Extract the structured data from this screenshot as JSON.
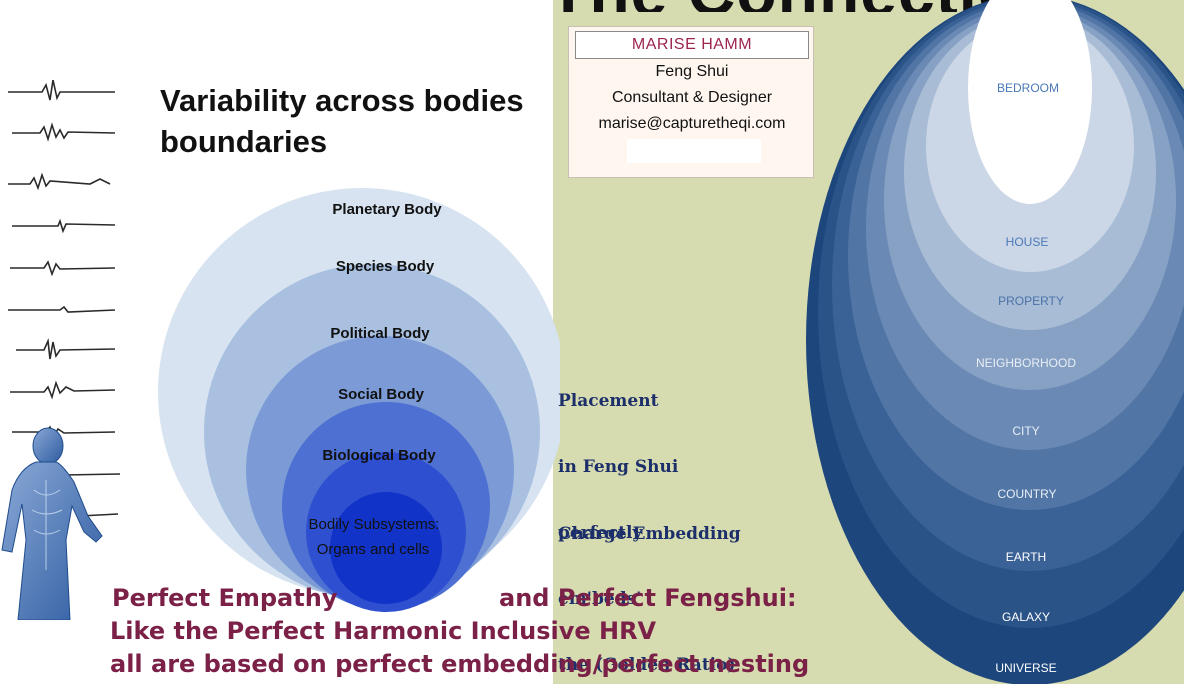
{
  "top_title": "The Connection",
  "slide_title": [
    "Variability across bodies",
    "boundaries"
  ],
  "nested_bodies": [
    "Planetary Body",
    "Species Body",
    "Political Body",
    "Social Body",
    "Biological Body",
    "Bodily Subsystems:",
    "Organs and cells"
  ],
  "business_card": {
    "name": "MARISE HAMM",
    "line1": "Feng Shui",
    "line2": "Consultant & Designer",
    "email": "marise@capturetheqi.com"
  },
  "placement_text": [
    "Placement",
    "in Feng Shui",
    "perfectly",
    "em'beds'",
    "the (Golden Ratio)"
  ],
  "charge_text": "Charge Embedding",
  "nested_ovals": [
    "BEDROOM",
    "HOUSE",
    "PROPERTY",
    "NEIGHBORHOOD",
    "CITY",
    "COUNTRY",
    "EARTH",
    "GALAXY",
    "UNIVERSE"
  ],
  "bottom_text": {
    "line1a": "Perfect Empathy",
    "line1b": "and Perfect Fengshui:",
    "line2": "Like the Perfect Harmonic Inclusive HRV",
    "line3": "all are based on perfect embedding/perfect nesting"
  },
  "colors": {
    "right_background": "#d6dcb0",
    "bottom_text": "#7b2047",
    "placement_text": "#1c2f6a",
    "card_name": "#9b2550"
  }
}
